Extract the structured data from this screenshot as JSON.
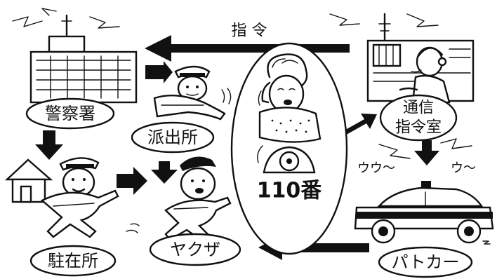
{
  "nodes": {
    "police_station": "警察署",
    "police_box": "派出所",
    "comm_command_room_line1": "通信",
    "comm_command_room_line2": "指令室",
    "residential_post": "駐在所",
    "yakuza": "ヤクザ",
    "patrol_car": "パトカー",
    "emergency_number": "110番"
  },
  "edges": {
    "command": "指 令"
  },
  "sound_effects": {
    "siren_left": "ウウ〜",
    "siren_right": "ウ〜"
  },
  "colors": {
    "ink": "#111111",
    "background": "#ffffff"
  }
}
